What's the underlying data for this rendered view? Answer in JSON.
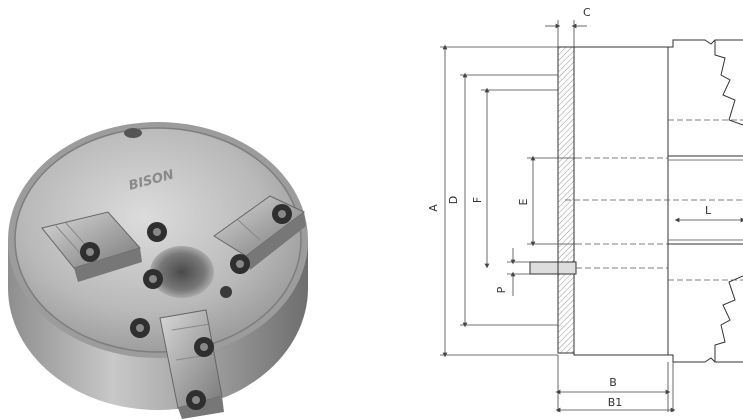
{
  "photo": {
    "brand_mark": "BISON"
  },
  "drawing": {
    "dimensions": {
      "A": "A",
      "D": "D",
      "F": "F",
      "E": "E",
      "C": "C",
      "P": "P",
      "L": "L",
      "B": "B",
      "B1": "B1"
    }
  }
}
